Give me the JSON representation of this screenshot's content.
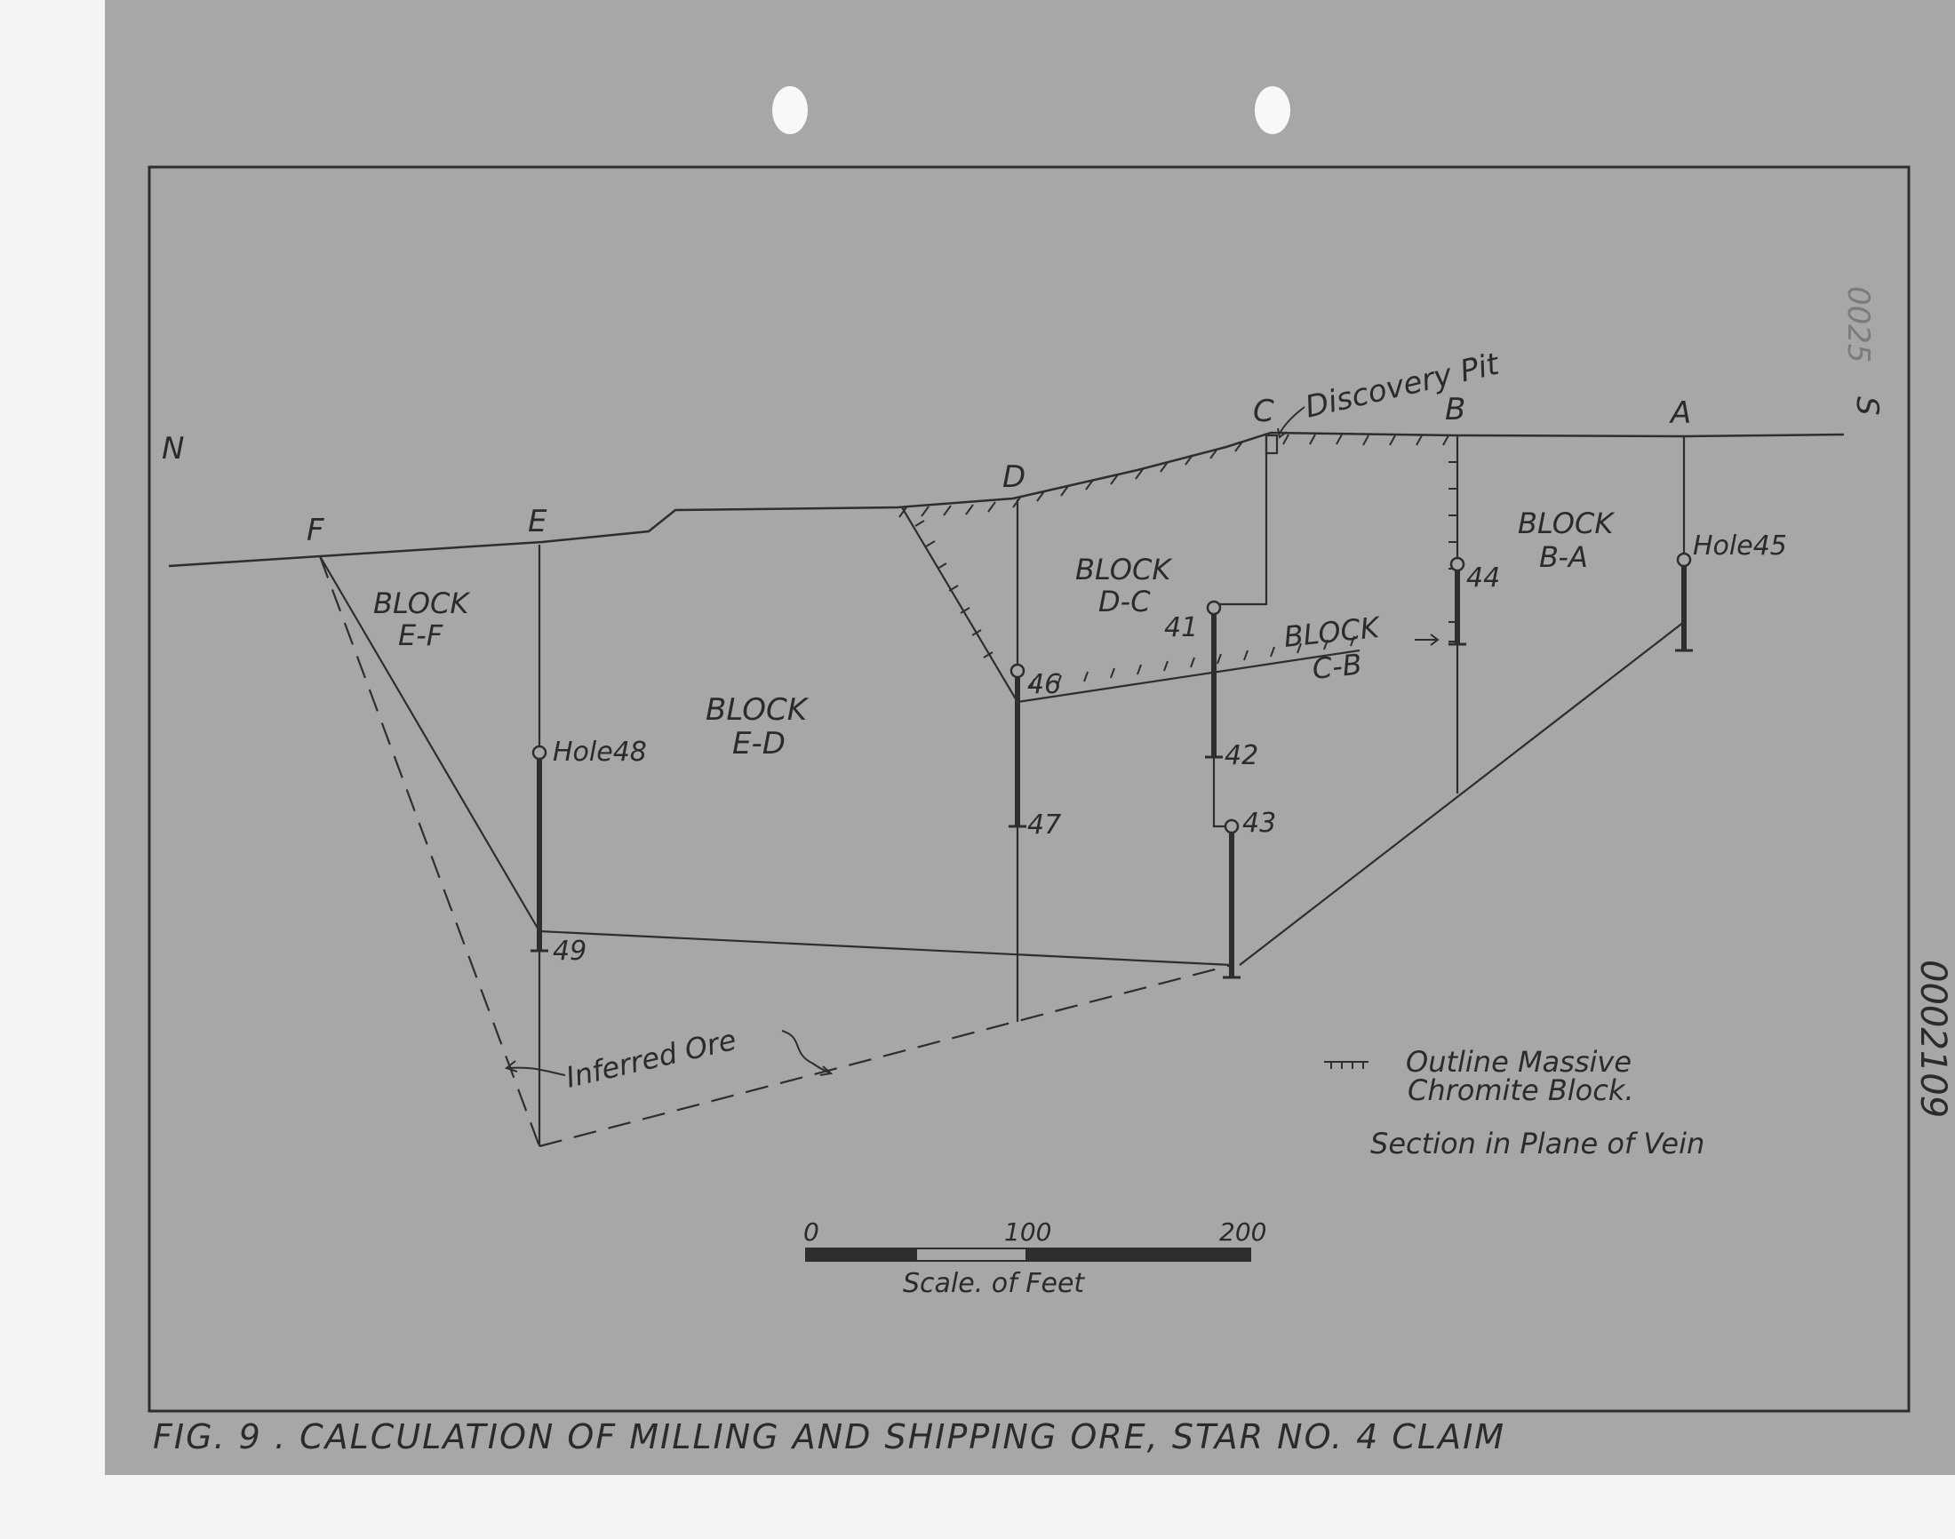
{
  "colors": {
    "paper": "#a7a7a7",
    "background": "#f4f4f4",
    "ink": "#2e2e2e"
  },
  "directions": {
    "north": "N",
    "south": "S"
  },
  "stations": {
    "f": "F",
    "e": "E",
    "d": "D",
    "c": "C",
    "b": "B",
    "a": "A"
  },
  "annotations": {
    "discovery_pit": "Discovery  Pit",
    "inferred_ore": "Inferred Ore"
  },
  "blocks": {
    "ef": {
      "line1": "BLOCK",
      "line2": "E-F"
    },
    "ed": {
      "line1": "BLOCK",
      "line2": "E-D"
    },
    "dc": {
      "line1": "BLOCK",
      "line2": "D-C"
    },
    "cb": {
      "line1": "BLOCK",
      "line2": "C-B"
    },
    "ba": {
      "line1": "BLOCK",
      "line2": "B-A"
    }
  },
  "holes": {
    "h41": "41",
    "h42": "42",
    "h43": "43",
    "h44": "44",
    "h45": "Hole45",
    "h46": "46",
    "h47": "47",
    "h48": "Hole48",
    "h49": "49"
  },
  "legend": {
    "line1": "Outline Massive",
    "line2": "Chromite Block.",
    "section_note": "Section in Plane of Vein"
  },
  "scale_bar": {
    "tick_0": "0",
    "tick_100": "100",
    "tick_200": "200",
    "label": "Scale. of Feet"
  },
  "caption": "FIG. 9 . CALCULATION OF MILLING AND SHIPPING ORE, STAR NO. 4 CLAIM",
  "margin_numbers": {
    "stamp": "0002109",
    "faint": "0025"
  }
}
